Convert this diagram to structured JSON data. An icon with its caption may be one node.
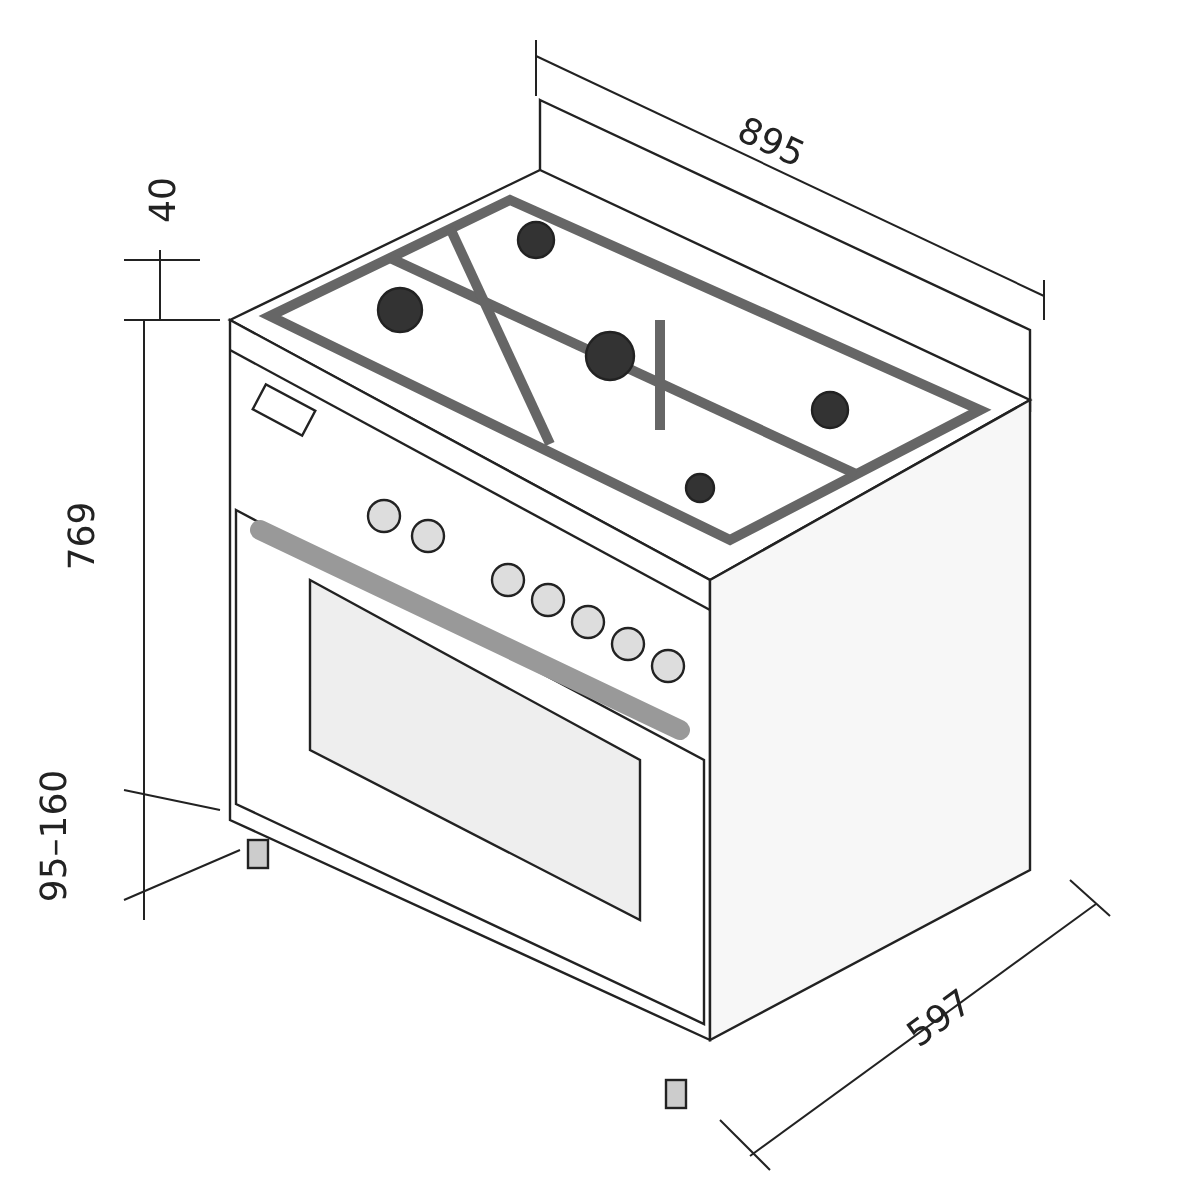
{
  "diagram": {
    "labels": [
      "895",
      "40",
      "769",
      "95–160",
      "597"
    ]
  }
}
